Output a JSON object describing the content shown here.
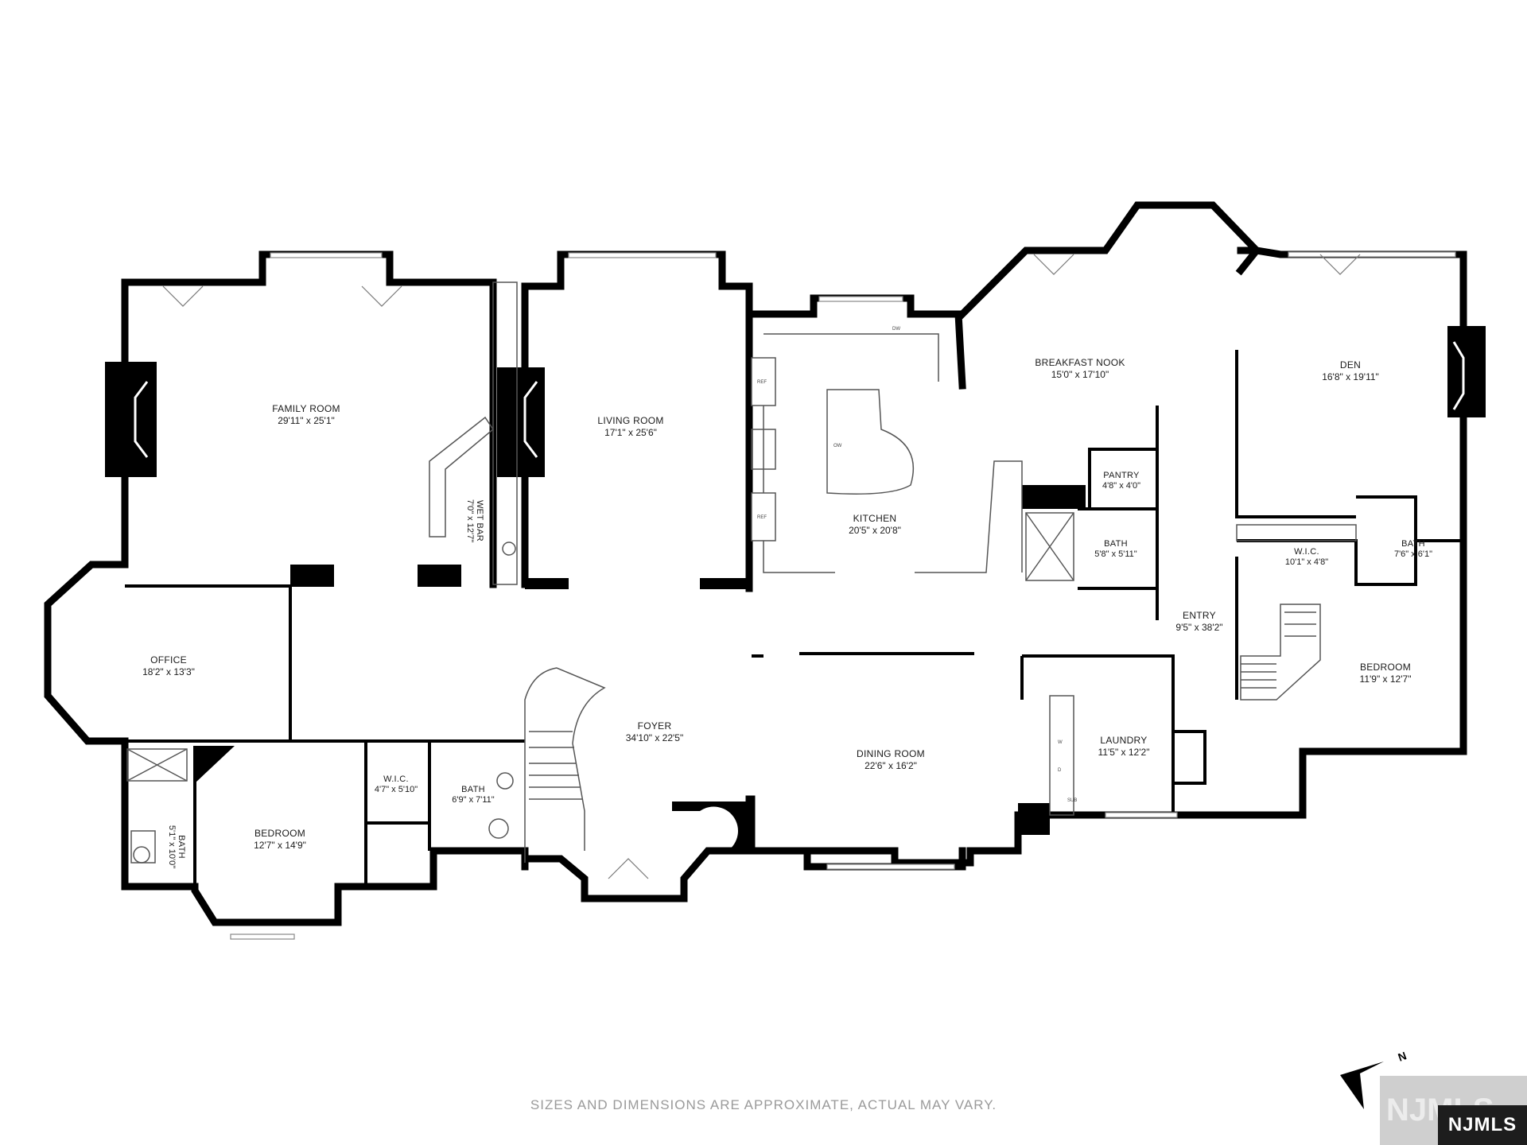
{
  "rooms": {
    "family_room": {
      "name": "FAMILY ROOM",
      "dims": "29'11\" x 25'1\""
    },
    "living_room": {
      "name": "LIVING ROOM",
      "dims": "17'1\" x 25'6\""
    },
    "kitchen": {
      "name": "KITCHEN",
      "dims": "20'5\" x 20'8\""
    },
    "breakfast_nook": {
      "name": "BREAKFAST NOOK",
      "dims": "15'0\" x 17'10\""
    },
    "den": {
      "name": "DEN",
      "dims": "16'8\" x 19'11\""
    },
    "wet_bar": {
      "name": "WET BAR",
      "dims": "7'0\" x 12'7\""
    },
    "pantry": {
      "name": "PANTRY",
      "dims": "4'8\" x 4'0\""
    },
    "bath_center": {
      "name": "BATH",
      "dims": "5'8\" x 5'11\""
    },
    "wic_right": {
      "name": "W.I.C.",
      "dims": "10'1\" x 4'8\""
    },
    "bath_right": {
      "name": "BATH",
      "dims": "7'6\" x 6'1\""
    },
    "office": {
      "name": "OFFICE",
      "dims": "18'2\" x 13'3\""
    },
    "entry": {
      "name": "ENTRY",
      "dims": "9'5\" x 38'2\""
    },
    "foyer": {
      "name": "FOYER",
      "dims": "34'10\" x 22'5\""
    },
    "bedroom_right": {
      "name": "BEDROOM",
      "dims": "11'9\" x 12'7\""
    },
    "laundry": {
      "name": "LAUNDRY",
      "dims": "11'5\" x 12'2\""
    },
    "dining_room": {
      "name": "DINING ROOM",
      "dims": "22'6\" x 16'2\""
    },
    "wic_left": {
      "name": "W.I.C.",
      "dims": "4'7\" x 5'10\""
    },
    "bath_left": {
      "name": "BATH",
      "dims": "6'9\" x 7'11\""
    },
    "bath_far_left": {
      "name": "BATH",
      "dims": "5'1\" x 10'0\""
    },
    "bedroom_left": {
      "name": "BEDROOM",
      "dims": "12'7\" x 14'9\""
    }
  },
  "appliances": {
    "ref": "REF",
    "dw": "DW",
    "ow": "OW",
    "w": "W",
    "d": "D",
    "sub": "SUB"
  },
  "disclaimer": "SIZES AND DIMENSIONS ARE APPROXIMATE, ACTUAL MAY VARY.",
  "north_label": "N",
  "logo": {
    "text": "NJMLS",
    "watermark": "NJMLS"
  },
  "icons": [
    "north-arrow-icon"
  ]
}
